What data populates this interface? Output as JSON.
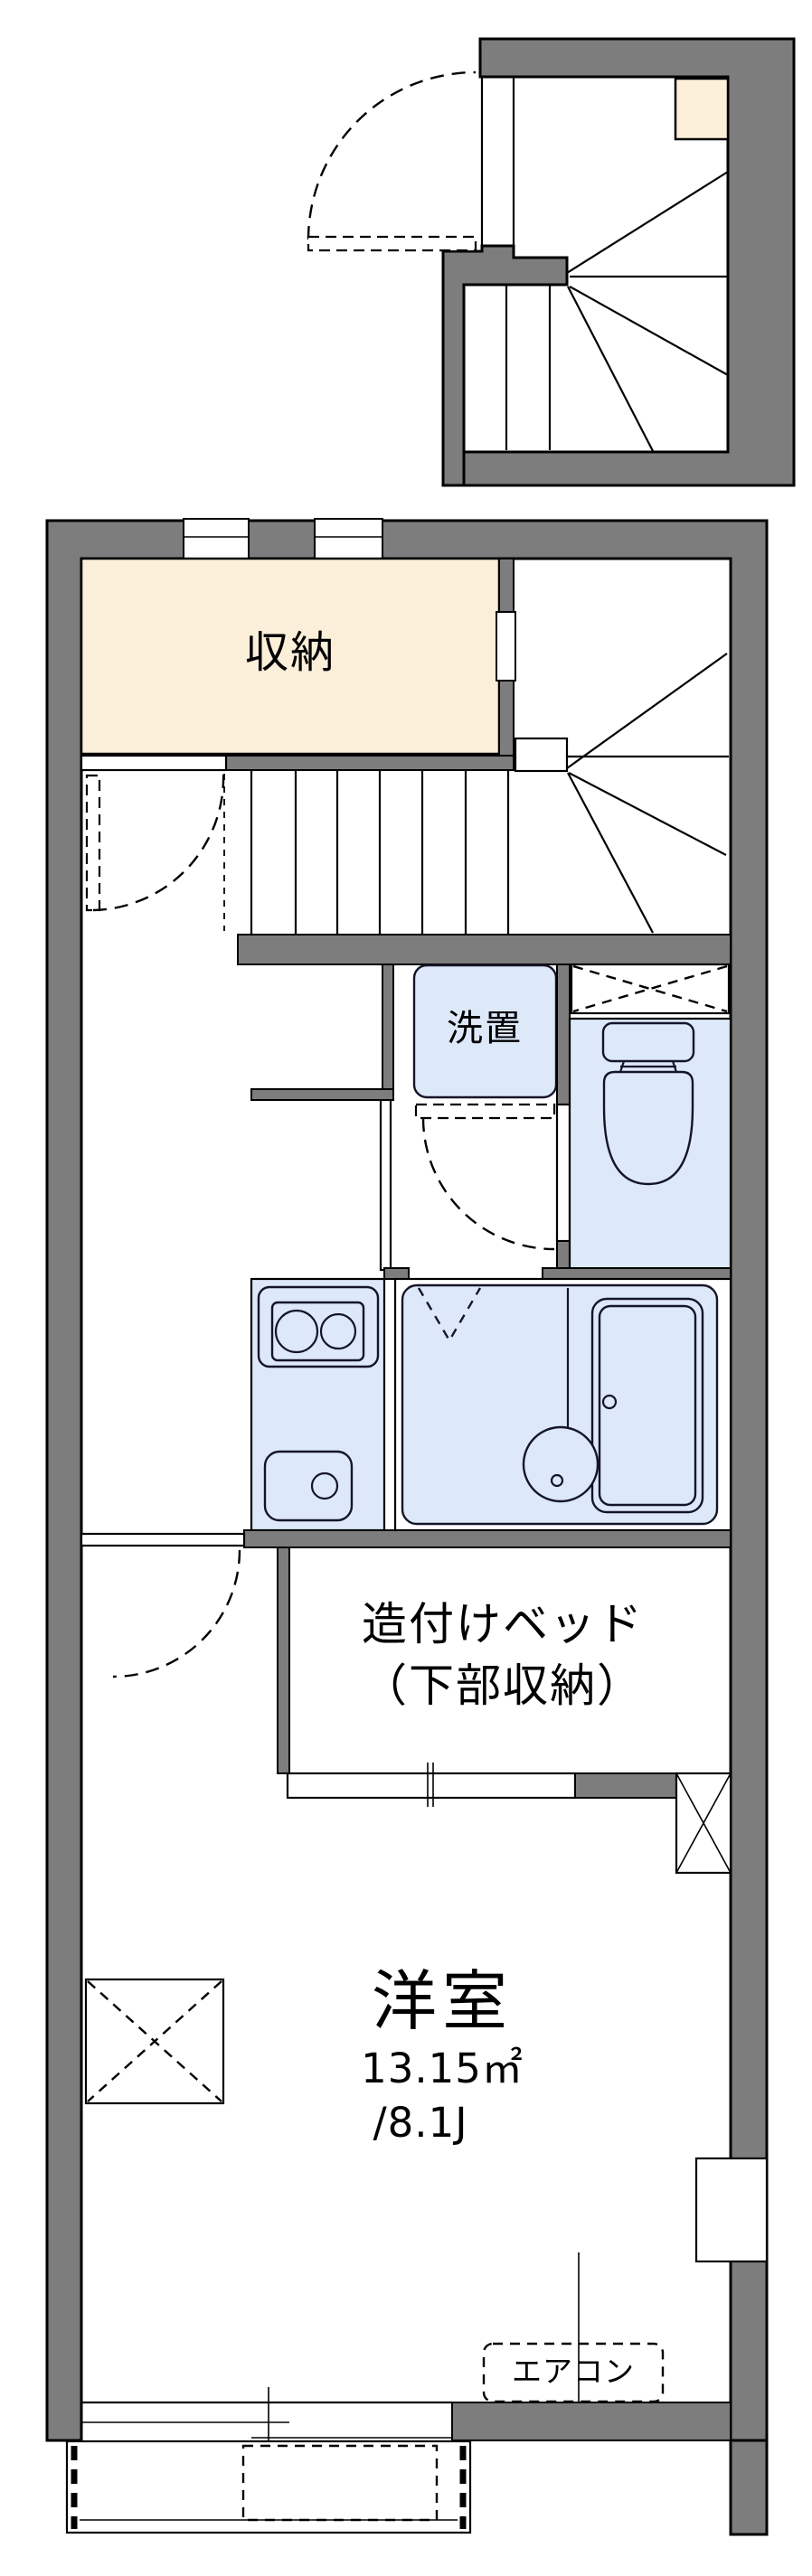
{
  "plan_type": "apartment-floor-plan",
  "labels": {
    "storage": "収納",
    "laundry": "洗置",
    "bed_line1": "造付けベッド",
    "bed_line2": "（下部収納）",
    "room": "洋室",
    "room_area": "13.15㎡",
    "room_size": "/8.1J",
    "aircon": "エアコン"
  },
  "colors": {
    "wall": "#7d7d7d",
    "storage_fill": "#fcefd9",
    "fixture_fill": "#dde8f8",
    "fixture_line": "#15152a",
    "line": "#000000",
    "bg": "#ffffff"
  }
}
